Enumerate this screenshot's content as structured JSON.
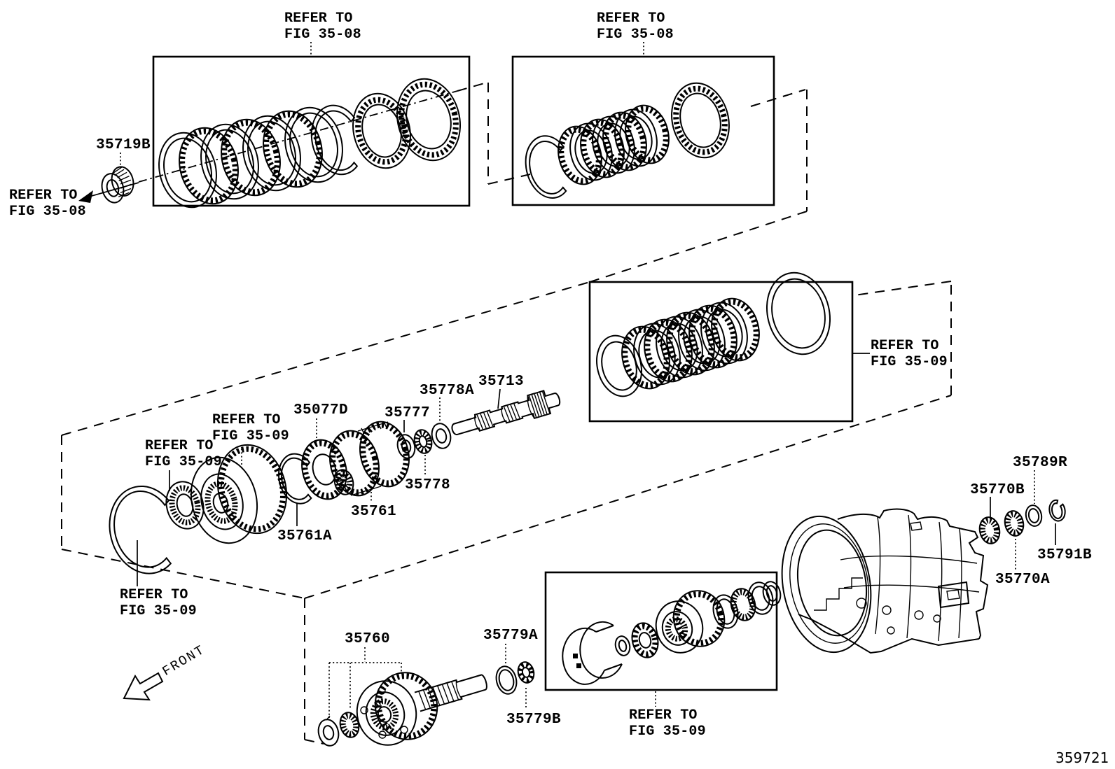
{
  "document": {
    "diagram_number": "359721",
    "front_label": "FRONT"
  },
  "colors": {
    "ink": "#000000",
    "background": "#ffffff"
  },
  "references": {
    "refer_to": "REFER TO",
    "fig_35_08": "FIG 35-08",
    "fig_35_09": "FIG 35-09"
  },
  "parts": {
    "p35719B": "35719B",
    "p35077D": "35077D",
    "p35777": "35777",
    "p35778A": "35778A",
    "p35713": "35713",
    "p35778": "35778",
    "p35761": "35761",
    "p35761A": "35761A",
    "p35760": "35760",
    "p35779A": "35779A",
    "p35779B": "35779B",
    "p35770B": "35770B",
    "p35789R": "35789R",
    "p35791B": "35791B",
    "p35770A": "35770A"
  }
}
